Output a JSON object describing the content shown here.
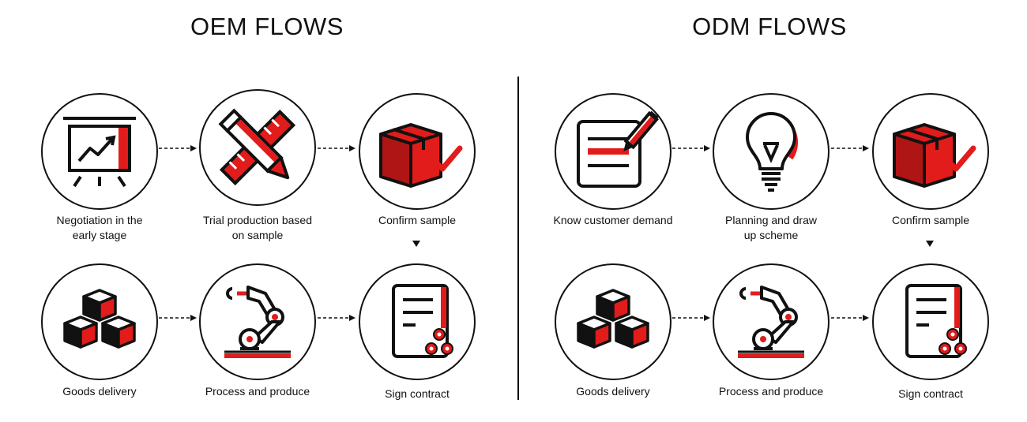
{
  "oem": {
    "title": "OEM FLOWS",
    "steps": [
      {
        "label": "Negotiation in the\nearly stage",
        "icon": "presentation-chart-icon"
      },
      {
        "label": "Trial production based\non sample",
        "icon": "pencil-ruler-icon"
      },
      {
        "label": "Confirm sample",
        "icon": "box-check-icon"
      },
      {
        "label": "Goods delivery",
        "icon": "cubes-icon"
      },
      {
        "label": "Process and produce",
        "icon": "robot-arm-icon"
      },
      {
        "label": "Sign contract",
        "icon": "contract-gears-icon"
      }
    ]
  },
  "odm": {
    "title": "ODM FLOWS",
    "steps": [
      {
        "label": "Know customer demand",
        "icon": "form-pen-icon"
      },
      {
        "label": "Planning and draw\nup scheme",
        "icon": "lightbulb-icon"
      },
      {
        "label": "Confirm sample",
        "icon": "box-check-icon"
      },
      {
        "label": "Goods delivery",
        "icon": "cubes-icon"
      },
      {
        "label": "Process and produce",
        "icon": "robot-arm-icon"
      },
      {
        "label": "Sign contract",
        "icon": "contract-gears-icon"
      }
    ]
  },
  "colors": {
    "accent": "#e21b1b",
    "dark_red": "#b01515",
    "line": "#111111"
  }
}
